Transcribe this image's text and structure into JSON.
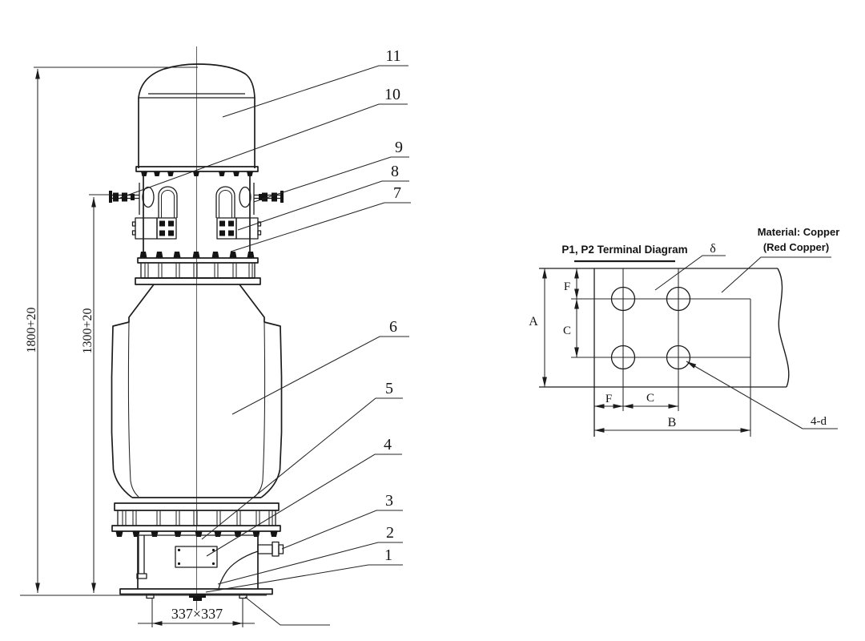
{
  "colors": {
    "line": "#1c1c1c",
    "background": "#ffffff"
  },
  "main_view": {
    "callouts": {
      "c1": "1",
      "c2": "2",
      "c3": "3",
      "c4": "4",
      "c5": "5",
      "c6": "6",
      "c7": "7",
      "c8": "8",
      "c9": "9",
      "c10": "10",
      "c11": "11"
    },
    "dimensions": {
      "overall_height": "1800+20",
      "upper_terminal_height": "1300+20",
      "base_plate": "337×337"
    }
  },
  "terminal_diagram": {
    "title": "P1, P2 Terminal Diagram",
    "material_note_line1": "Material: Copper",
    "material_note_line2": "(Red Copper)",
    "thickness_symbol": "δ",
    "dim_labels": {
      "A": "A",
      "B": "B",
      "C": "C",
      "F": "F",
      "holes": "4-d"
    }
  }
}
